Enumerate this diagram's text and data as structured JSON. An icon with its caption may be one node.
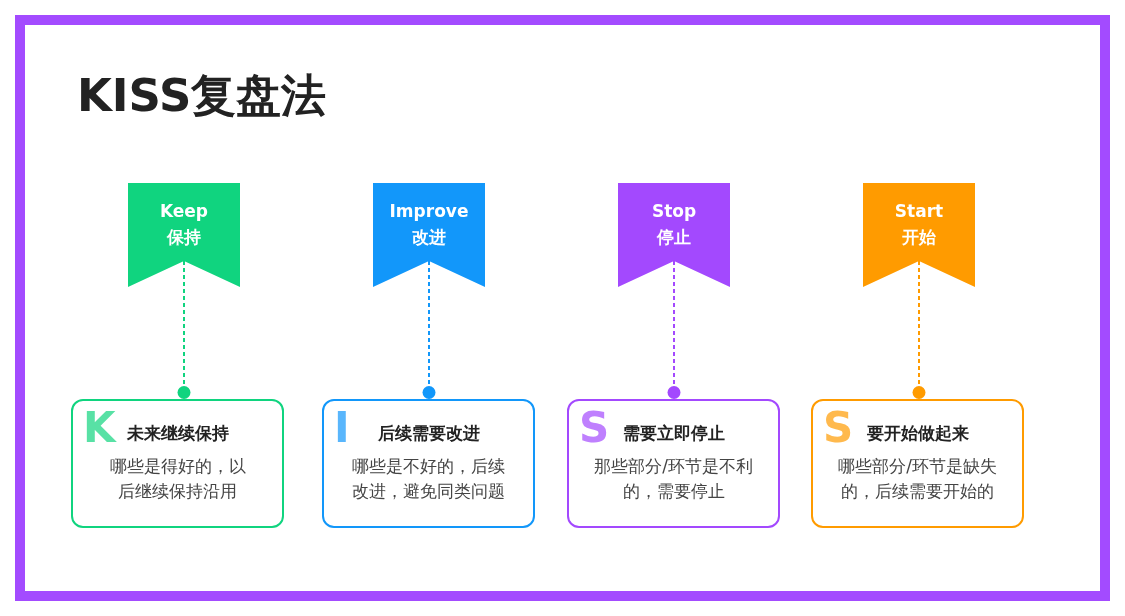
{
  "diagram": {
    "title": "KISS复盘法",
    "nodes": [
      {
        "text": [
          "Keep",
          "保持"
        ]
      },
      {
        "text": [
          "Improve",
          "改进"
        ]
      },
      {
        "text": [
          "Stop",
          "停止"
        ]
      },
      {
        "text": [
          "Start",
          "开始"
        ]
      },
      {
        "text": [
          "K",
          "未来继续保持",
          "哪些是得好的，以后继续保持沿用"
        ]
      },
      {
        "text": [
          "I",
          "后续需要改进",
          "哪些是不好的，后续改进，避免同类问题"
        ]
      },
      {
        "text": [
          "S",
          "需要立即停止",
          "那些部分/环节是不利的，需要停止"
        ]
      },
      {
        "text": [
          "S",
          "要开始做起来",
          "哪些部分/环节是缺失的，后续需要开始的"
        ]
      }
    ],
    "edges": [
      {
        "from": 0,
        "to": 4,
        "arrow": "other",
        "style": "dashed",
        "color": "#10d47f"
      },
      {
        "from": 1,
        "to": 5,
        "arrow": "other",
        "style": "dashed",
        "color": "#1297fa"
      },
      {
        "from": 2,
        "to": 6,
        "arrow": "other",
        "style": "dashed",
        "color": "#a349fe"
      },
      {
        "from": 3,
        "to": 7,
        "arrow": "other",
        "style": "dashed",
        "color": "#ff9b00"
      }
    ]
  }
}
